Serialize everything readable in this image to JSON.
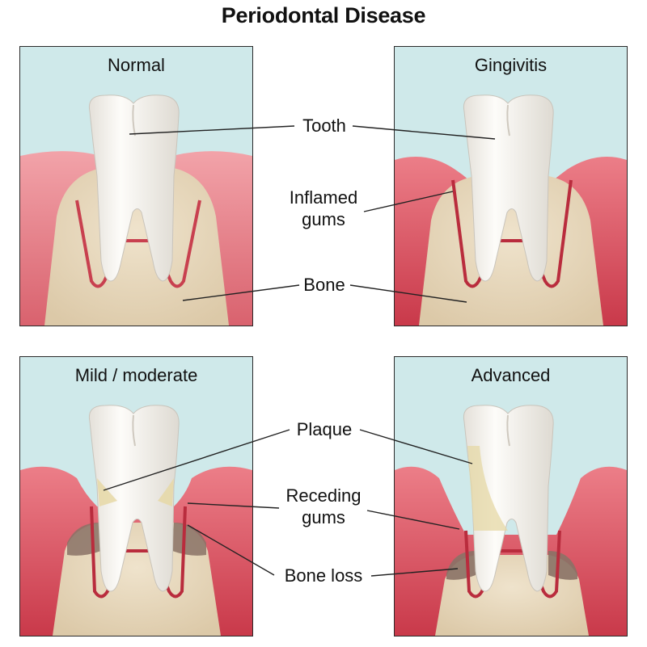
{
  "title": "Periodontal Disease",
  "panels": {
    "normal": "Normal",
    "gingivitis": "Gingivitis",
    "mild": "Mild / moderate",
    "advanced": "Advanced"
  },
  "labels": {
    "tooth": "Tooth",
    "inflamed_1": "Inflamed",
    "inflamed_2": "gums",
    "bone": "Bone",
    "plaque": "Plaque",
    "receding_1": "Receding",
    "receding_2": "gums",
    "bone_loss": "Bone loss"
  },
  "colors": {
    "background": "#cfe9ea",
    "gum": "#e07580",
    "gum_inflamed": "#d54a58",
    "bone": "#e8d9bf",
    "tooth": "#f7f4ee",
    "plaque": "#e6d8a6",
    "bone_loss": "#8a7266"
  }
}
